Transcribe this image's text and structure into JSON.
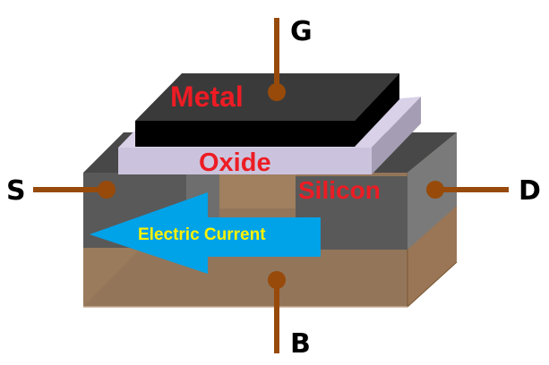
{
  "diagram": {
    "title": "MOSFET structure",
    "terminals": {
      "gate": "G",
      "source": "S",
      "drain": "D",
      "body": "B"
    },
    "layers": {
      "metal": "Metal",
      "oxide": "Oxide",
      "silicon": "Silicon"
    },
    "current_arrow": {
      "label": "Electric Current",
      "direction": "left"
    },
    "colors": {
      "metal_top": "#3a3a3a",
      "metal_front": "#000000",
      "oxide_front": "#cbc3dd",
      "oxide_side": "#a59db3",
      "oxide_top": "#d8d1e8",
      "silicon_dark": "#595959",
      "silicon_side": "#7a7a7a",
      "silicon_top": "#484848",
      "substrate": "#93755a",
      "substrate_light": "#a0805f",
      "wire": "#974a0a",
      "arrow": "#00a2e8",
      "layer_text": "#ed1c24",
      "arrow_text": "#fff200",
      "terminal_text": "#000000"
    }
  }
}
